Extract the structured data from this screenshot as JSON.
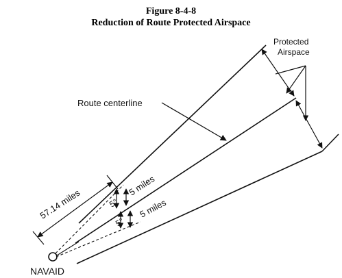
{
  "figure": {
    "number": "Figure 8-4-8",
    "title": "Reduction of Route Protected Airspace"
  },
  "labels": {
    "protected_airspace_line1": "Protected",
    "protected_airspace_line2": "Airspace",
    "route_centerline": "Route centerline",
    "distance": "57.14 miles",
    "upper_width": "5 miles",
    "lower_width": "5 miles",
    "upper_angle": "5°",
    "lower_angle": "5°",
    "navaid": "NAVAID"
  },
  "colors": {
    "ink": "#111111",
    "background": "#ffffff"
  }
}
